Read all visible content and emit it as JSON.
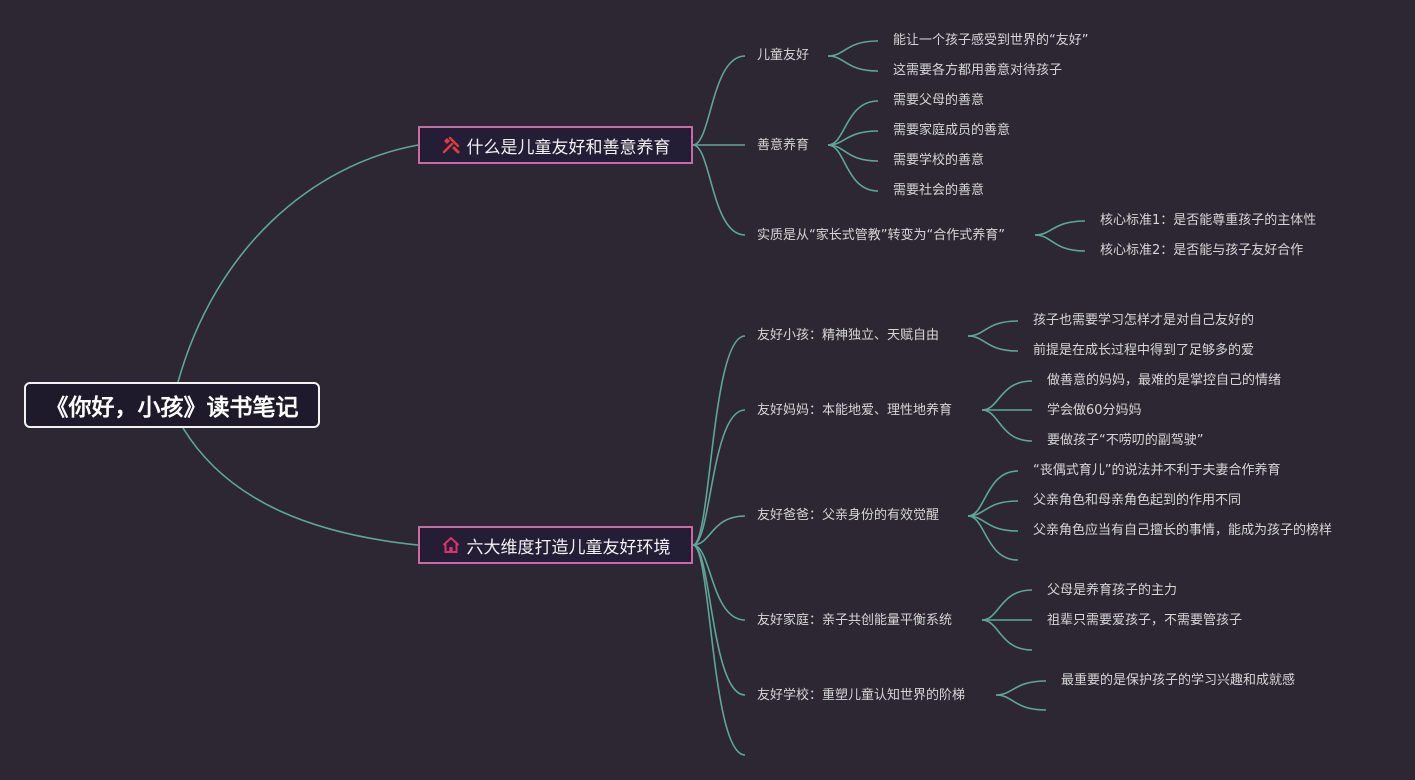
{
  "root": {
    "title": "《你好，小孩》读书笔记"
  },
  "branches": [
    {
      "label": "什么是儿童友好和善意养育",
      "icon": "tools-icon",
      "icon_color": "#e23b3b",
      "children": [
        {
          "label": "儿童友好",
          "children": [
            {
              "label": "能让一个孩子感受到世界的“友好”"
            },
            {
              "label": "这需要各方都用善意对待孩子"
            }
          ]
        },
        {
          "label": "善意养育",
          "children": [
            {
              "label": "需要父母的善意"
            },
            {
              "label": "需要家庭成员的善意"
            },
            {
              "label": "需要学校的善意"
            },
            {
              "label": "需要社会的善意"
            }
          ]
        },
        {
          "label": "实质是从“家长式管教”转变为“合作式养育”",
          "children": [
            {
              "label": "核心标准1：是否能尊重孩子的主体性"
            },
            {
              "label": "核心标准2：是否能与孩子友好合作"
            }
          ]
        }
      ]
    },
    {
      "label": "六大维度打造儿童友好环境",
      "icon": "house-icon",
      "icon_color": "#e0306c",
      "children": [
        {
          "label": "友好小孩：精神独立、天赋自由",
          "children": [
            {
              "label": "孩子也需要学习怎样才是对自己友好的"
            },
            {
              "label": "前提是在成长过程中得到了足够多的爱"
            }
          ]
        },
        {
          "label": "友好妈妈：本能地爱、理性地养育",
          "children": [
            {
              "label": "做善意的妈妈，最难的是掌控自己的情绪"
            },
            {
              "label": "学会做60分妈妈"
            },
            {
              "label": "要做孩子“不唠叨的副驾驶”"
            }
          ]
        },
        {
          "label": "友好爸爸：父亲身份的有效觉醒",
          "children": [
            {
              "label": "“丧偶式育儿”的说法并不利于夫妻合作养育"
            },
            {
              "label": "父亲角色和母亲角色起到的作用不同"
            },
            {
              "label": "父亲角色应当有自己擅长的事情，能成为孩子的榜样"
            },
            {
              "label": ""
            }
          ]
        },
        {
          "label": "友好家庭：亲子共创能量平衡系统",
          "children": [
            {
              "label": "父母是养育孩子的主力"
            },
            {
              "label": "祖辈只需要爱孩子，不需要管孩子"
            },
            {
              "label": ""
            }
          ]
        },
        {
          "label": "友好学校：重塑儿童认知世界的阶梯",
          "children": [
            {
              "label": "最重要的是保护孩子的学习兴趣和成就感"
            },
            {
              "label": ""
            }
          ]
        },
        {
          "label": "",
          "children": []
        }
      ]
    }
  ]
}
